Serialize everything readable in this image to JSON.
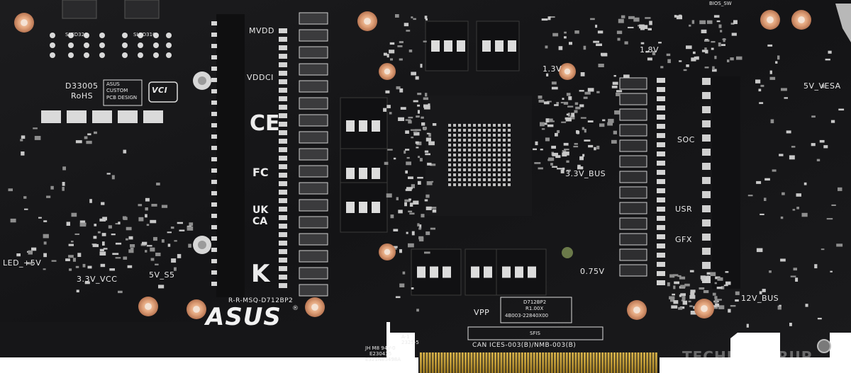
{
  "board": {
    "brand_logo": "ASUS",
    "registered_mark": "®",
    "model_silk": "R-R-MSQ-D712BP2",
    "pcb_id_lines": [
      "D712BP2",
      "R1.00X",
      "4B003-22840X00"
    ],
    "sfis_label": "SFIS",
    "compliance_line": "CAN ICES-003(B)/NMB-003(B)",
    "pcb_vendor_lines": [
      "A-1",
      "2325-5",
      "JH M8 94V-0",
      "E230435",
      "E321NE5498A"
    ],
    "custom_pcb_lines": [
      "ASUS",
      "CUSTOM",
      "PCB DESIGN"
    ],
    "part_number": "D33005",
    "rohs": "RoHS",
    "vci": "VCI",
    "led_labels": [
      "SLED320",
      "SLED310"
    ],
    "bios_switch": "BIOS_SW",
    "rail_labels": {
      "mvdd": "MVDD",
      "vddci": "VDDCI",
      "v1_8": "1.8V",
      "v1_3": "1.3V",
      "soc": "SOC",
      "usr": "USR",
      "gfx": "GFX",
      "bus33": "3.3V_BUS",
      "v075": "0.75V",
      "v5vesa": "5V_VESA",
      "v12bus": "12V_BUS",
      "vpp": "VPP",
      "led5v": "LED_+5V",
      "v33vcc": "3.3V_VCC",
      "v5s5": "5V_S5"
    },
    "cert_marks": [
      "CE",
      "FC",
      "UK",
      "CA",
      "K"
    ],
    "watermark": "TECHPOWERUP"
  }
}
